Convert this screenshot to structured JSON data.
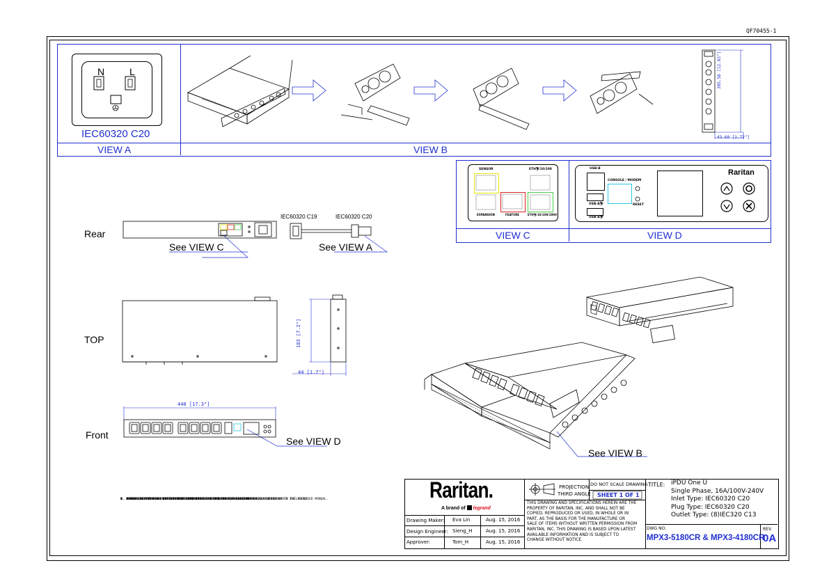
{
  "doc_code": "QF70455-1",
  "views": {
    "view_a": "VIEW A",
    "view_b": "VIEW B",
    "view_c": "VIEW C",
    "view_d": "VIEW D",
    "inlet_label": "IEC60320 C20",
    "socket_n": "N",
    "socket_l": "L"
  },
  "dims": {
    "side_height": "305.58 [12.03\"]",
    "side_depth": "43.60 [1.72\"]",
    "top_height": "183 [7.2\"]",
    "top_depth": "44 [1.7\"]",
    "front_width": "440 [17.3\"]"
  },
  "labels": {
    "rear": "Rear",
    "top": "TOP",
    "front": "Front",
    "see_c": "See VIEW C",
    "see_a": "See VIEW A",
    "see_d": "See VIEW D",
    "see_b": "See VIEW B",
    "c19": "IEC60320 C19",
    "c20": "IEC60320 C20"
  },
  "view_c_parts": {
    "sensor": "SENSOR",
    "eth": "ETH⛷10/100",
    "expansion": "EXPANSION",
    "feature": "FEATURE",
    "eth2": "ETH⛷10/100/1000"
  },
  "view_d_parts": {
    "usb_b": "USB-B",
    "console": "CONSOLE / MODEM",
    "usb_a1": "USB-A⛷",
    "usb_a2": "USB-A⛷",
    "reset": "RESET",
    "brand": "Raritan"
  },
  "notes": [
    "1. INSTALLATION SHALL COMPLY WITH ALL APPLICABLE NATIONAL, STATE AND LOCAL CODES.",
    "2. PLEASE REFER TO PRODUCT DOCUMENTATION FOR FURTHER INFORMATION.",
    "3. UNLESS OTHERWISE SPECIFIED ALL DIMENSIONS ARE IN MILLIETERS (INCHES).",
    "4. MOUNTING BUTTON IS AN ALTERNATIVE MOUNTING METHOD TO THE TOOLESS MOUNT FOR 3RD PARTY ENCLOSURE.",
    "   BUTTON IS PROVIDED WITH THE UNIT. DETAILED INSTALLATION INSTRUCTIONS CAN BE FOUND IN THE PROVIDED MANUAL.",
    "5. BRACKET KITS TO MOUNT TO SPECIFIC 3RD PARTY ENCLOSURES ARE AVAILABLE AS OPTIONS.",
    "6. LENGTH OF THE CORD IS 3000MM+/-70MM",
    "7. DIMENSION TOLERANCE: LENGTH +/-3MM, WIDTH +/-1MM, DEPTH +/-0.5MM"
  ],
  "title_block": {
    "brand": "Raritan.",
    "brand_sub": "A brand of",
    "brand_legrand": "legrand",
    "rows": [
      {
        "role": "Drawing Maker:",
        "name": "Eva Lin",
        "date": "Aug. 15, 2016"
      },
      {
        "role": "Design Engineer:",
        "name": "Sieng_H",
        "date": "Aug. 15, 2016"
      },
      {
        "role": "Approver:",
        "name": "Tom_H",
        "date": "Aug. 15, 2016"
      }
    ],
    "projection": "PROJECTION",
    "third_angle": "THIRD ANGLE",
    "no_scale": "DO NOT SCALE DRAWING",
    "sheet": "SHEET 1 OF 1",
    "disclaimer": [
      "THIS DRAWING AND SPECIFICATIONS HEREIN ARE THE",
      "PROPERTY OF RARITAN, INC. AND SHALL NOT BE",
      "COPIED, REPRODUCED OR USED, IN WHOLE OR IN",
      "PART, AS THE BASIS FOR THE MANUFACTURE OR",
      "SALE OF ITEMS WITHOUT WRITTEN PERMISSION FROM",
      "RARITAN, INC. THIS DRAWING IS BASED UPON LATEST",
      "AVAILABLE INFORMATION AND IS SUBJECT TO",
      "CHANGE WITHOUT NOTICE."
    ],
    "title_label": "TITLE:",
    "title_lines": [
      "iPDU One U",
      "Single Phase, 16A/100V-240V",
      "Inlet Type: IEC60320 C20",
      "Plug Type: IEC60320 C20",
      "Outlet Type: (8)IEC320 C13"
    ],
    "dwg_label": "DWG NO.",
    "dwg_no": "MPX3-5180CR & MPX3-4180CR",
    "rev_label": "REV.",
    "rev": "0A"
  },
  "colors": {
    "line_blue": "#1f2fd0",
    "sensor_yellow": "#e6e600",
    "feature_red": "#e02020",
    "eth_green": "#4ad04a",
    "console_cyan": "#27c8e6",
    "legrand_red": "#e01020"
  }
}
